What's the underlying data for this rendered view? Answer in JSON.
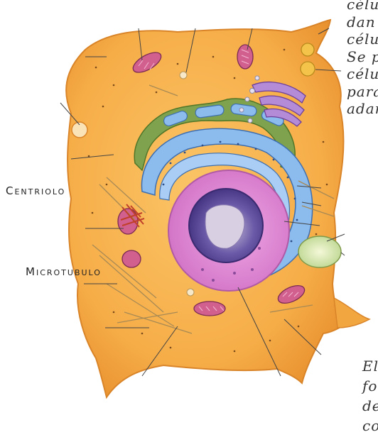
{
  "labels": {
    "centriolo": {
      "first": "C",
      "rest": "ENTRIOLO"
    },
    "microtubulo": {
      "first": "M",
      "rest": "ICROTUBULO"
    }
  },
  "side_text": {
    "lines": [
      "célu",
      "dan",
      "célu",
      "Se p",
      "célu",
      "para",
      "adar"
    ]
  },
  "bottom_text": {
    "lines": [
      "El",
      "fo",
      "de",
      "co"
    ]
  },
  "colors": {
    "cytoplasm": "#f6b04a",
    "membrane": "#e8912f",
    "er_blue": "#7fb2e6",
    "nucleus_pink": "#e07fd1",
    "nucleolus": "#5b4a9b",
    "golgi_purple": "#a678c8",
    "mitochondria": "#c85a8a",
    "green_er": "#6f9a44"
  }
}
